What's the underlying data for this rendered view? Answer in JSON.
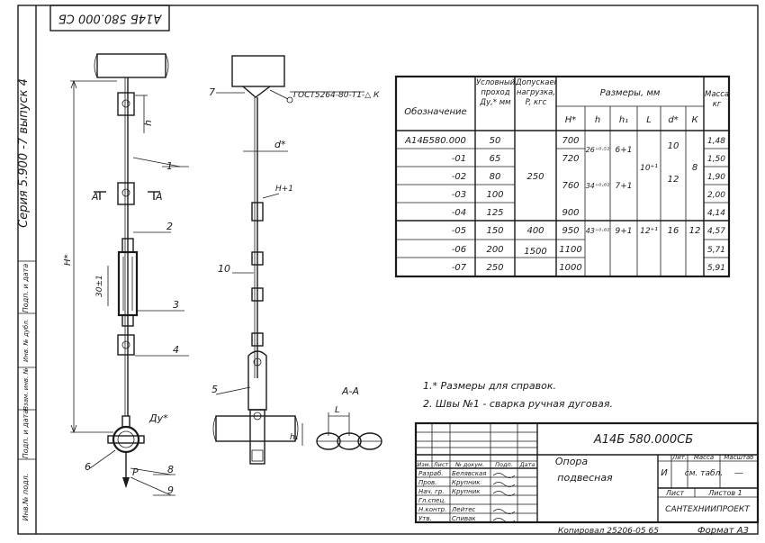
{
  "doc_number_rotated": "А14Б 580.000 СБ",
  "series": "Серия 5.900 -7 выпуск 4",
  "left_strip": [
    "Инв.№ подл.",
    "Подп. и дата",
    "Взам. инв. №",
    "Инв. № дубл.",
    "Подп. и дата"
  ],
  "labels": {
    "l1": "1",
    "l2": "2",
    "l3": "3",
    "l4": "4",
    "l5": "5",
    "l6": "6",
    "l7": "7",
    "l8": "8",
    "l9": "9",
    "l10": "10",
    "h": "h",
    "h_total": "Н*",
    "d30": "30±1",
    "dy": "Ду*",
    "p": "P",
    "d_star": "d*",
    "h1plus": "Н+1",
    "weld": "ГОСТ5264-80-Т1-△ К",
    "section_a_left": "А",
    "section_a_right": "А",
    "section": "А-А",
    "L": "L",
    "h1": "h₁"
  },
  "table": {
    "header_designation": "Обозначение",
    "header_dn": "Условный проход Ду,* мм",
    "header_load": "Допускаемая нагрузка, P, кгс",
    "header_dims": "Размеры, мм",
    "header_mass": "Масса, кг",
    "dim_cols": [
      "Н*",
      "h",
      "h₁",
      "L",
      "d*",
      "К"
    ],
    "rows": [
      {
        "des": "А14Б580.000",
        "dn": "50",
        "H": "700",
        "mass": "1,48"
      },
      {
        "des": "-01",
        "dn": "65",
        "H": "720",
        "mass": "1,50"
      },
      {
        "des": "-02",
        "dn": "80",
        "H": "760",
        "mass": "1,90"
      },
      {
        "des": "-03",
        "dn": "100",
        "mass": "2,00"
      },
      {
        "des": "-04",
        "dn": "125",
        "H": "900",
        "mass": "4,14"
      },
      {
        "des": "-05",
        "dn": "150",
        "H": "950",
        "mass": "4,57"
      },
      {
        "des": "-06",
        "dn": "200",
        "H": "1100",
        "mass": "5,71"
      },
      {
        "des": "-07",
        "dn": "250",
        "H": "1000",
        "mass": "5,91"
      }
    ],
    "merged": {
      "load_250": "250",
      "load_400": "400",
      "load_1500": "1500",
      "h_a": "26⁺⁰·⁵²",
      "h_b": "34⁺⁰·⁶²",
      "h_c": "43⁺⁰·⁶²",
      "h1_a": "6+1",
      "h1_b": "7+1",
      "h1_c": "9+1",
      "L_a": "10⁺¹",
      "L_b": "12⁺¹",
      "d_a": "10",
      "d_b": "12",
      "d_c": "16",
      "K_a": "8",
      "K_b": "12"
    }
  },
  "notes": [
    "1.* Размеры для справок.",
    "2. Швы №1 - сварка ручная дуговая."
  ],
  "title_block": {
    "doc_number": "А14Б 580.000СБ",
    "name_line1": "Опора",
    "name_line2": "подвесная",
    "lit_header": "Лит.",
    "mass_header": "Масса",
    "scale_header": "Масштаб",
    "lit_value": "И",
    "mass_value": "см. табл.",
    "scale_value": "—",
    "sheet_label": "Лист",
    "sheets_label": "Листов 1",
    "org": "САНТЕХНИИПРОЕКТ",
    "cols": [
      "Изм.",
      "Лист",
      "№ докум.",
      "Подп.",
      "Дата"
    ],
    "roles": [
      {
        "role": "Разраб.",
        "name": "Белявская"
      },
      {
        "role": "Пров.",
        "name": "Крупник"
      },
      {
        "role": "Нач. гр.",
        "name": "Крупник"
      },
      {
        "role": "Гл.спец.",
        "name": ""
      },
      {
        "role": "Н.контр.",
        "name": "Лейтес"
      },
      {
        "role": "Утв.",
        "name": "Спивак"
      }
    ]
  },
  "footer": {
    "copied": "Копировал 25206-05 65",
    "format": "Формат А3"
  }
}
